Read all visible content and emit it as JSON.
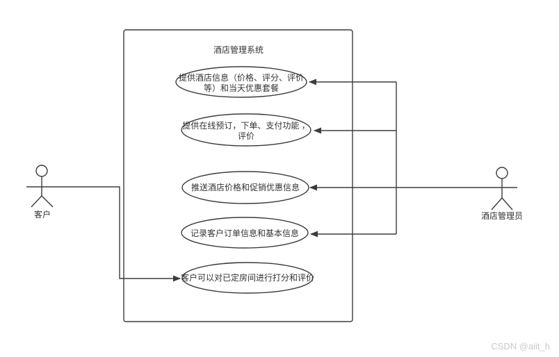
{
  "diagram": {
    "system": {
      "title": "酒店管理系统"
    },
    "actors": {
      "customer": {
        "label": "客户"
      },
      "admin": {
        "label": "酒店管理员"
      }
    },
    "usecases": [
      {
        "lines": [
          "提供酒店信息（价格、评分、评价",
          "等）和当天优惠套餐"
        ]
      },
      {
        "lines": [
          "提供在线预订，下单、支付功能 ，",
          "评价"
        ]
      },
      {
        "lines": [
          "推送酒店价格和促销优惠信息"
        ]
      },
      {
        "lines": [
          "记录客户订单信息和基本信息"
        ]
      },
      {
        "lines": [
          "客户可以对已定房间进行打分和评价"
        ]
      }
    ],
    "colors": {
      "stroke": "#3b3b3b",
      "text": "#333333",
      "background": "#ffffff",
      "watermark": "#c9c9c9"
    }
  },
  "watermark": {
    "text": "CSDN @aiit_h"
  }
}
